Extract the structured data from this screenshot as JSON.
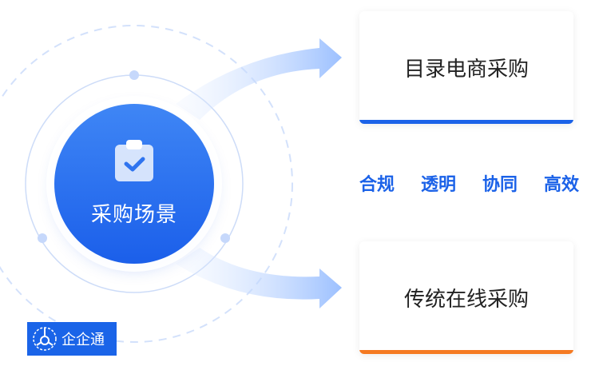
{
  "center": {
    "label": "采购场景",
    "icon": "clipboard-check-icon"
  },
  "cards": [
    {
      "label": "目录电商采购",
      "accent": "#1b62e8"
    },
    {
      "label": "传统在线采购",
      "accent": "#f57a22"
    }
  ],
  "values": [
    "合规",
    "透明",
    "协同",
    "高效"
  ],
  "logo": {
    "text": "企企通"
  }
}
